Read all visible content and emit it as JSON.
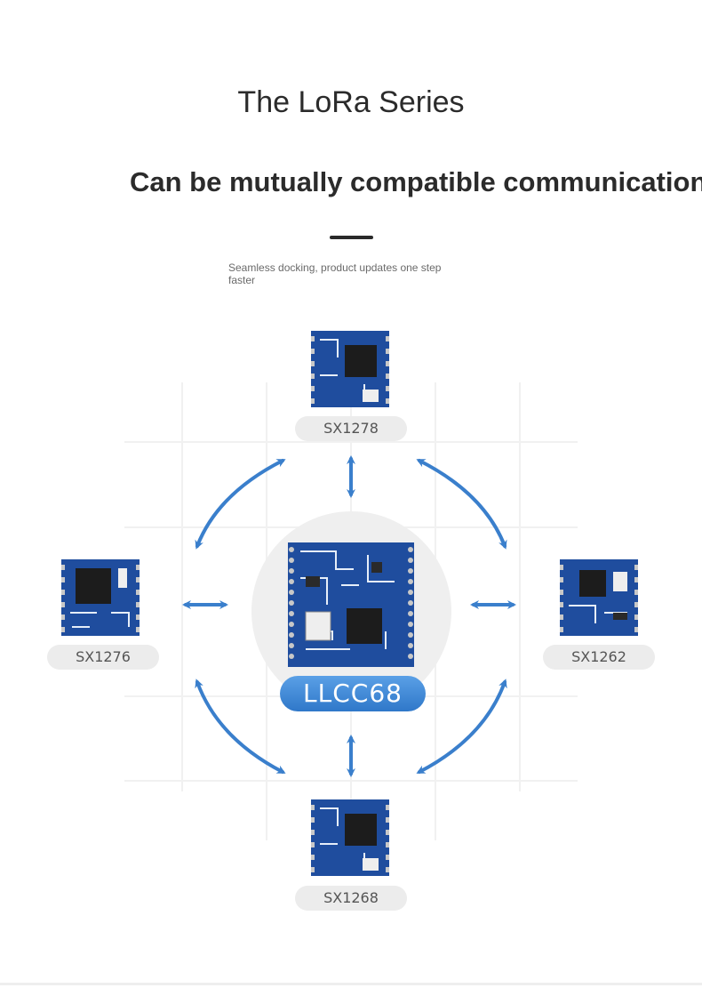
{
  "header": {
    "title": "The LoRa Series",
    "subtitle": "Can be mutually compatible communication",
    "tagline": "Seamless docking, product updates one step faster"
  },
  "diagram": {
    "center": {
      "label": "LLCC68"
    },
    "modules": {
      "top": {
        "label": "SX1278"
      },
      "left": {
        "label": "SX1276"
      },
      "right": {
        "label": "SX1262"
      },
      "bottom": {
        "label": "SX1268"
      }
    },
    "colors": {
      "arrow": "#3a7fcc",
      "pcb": "#1f4d9e",
      "chip": "#222222",
      "pill": "#ececec",
      "center_pill": "#3a86d6"
    }
  }
}
